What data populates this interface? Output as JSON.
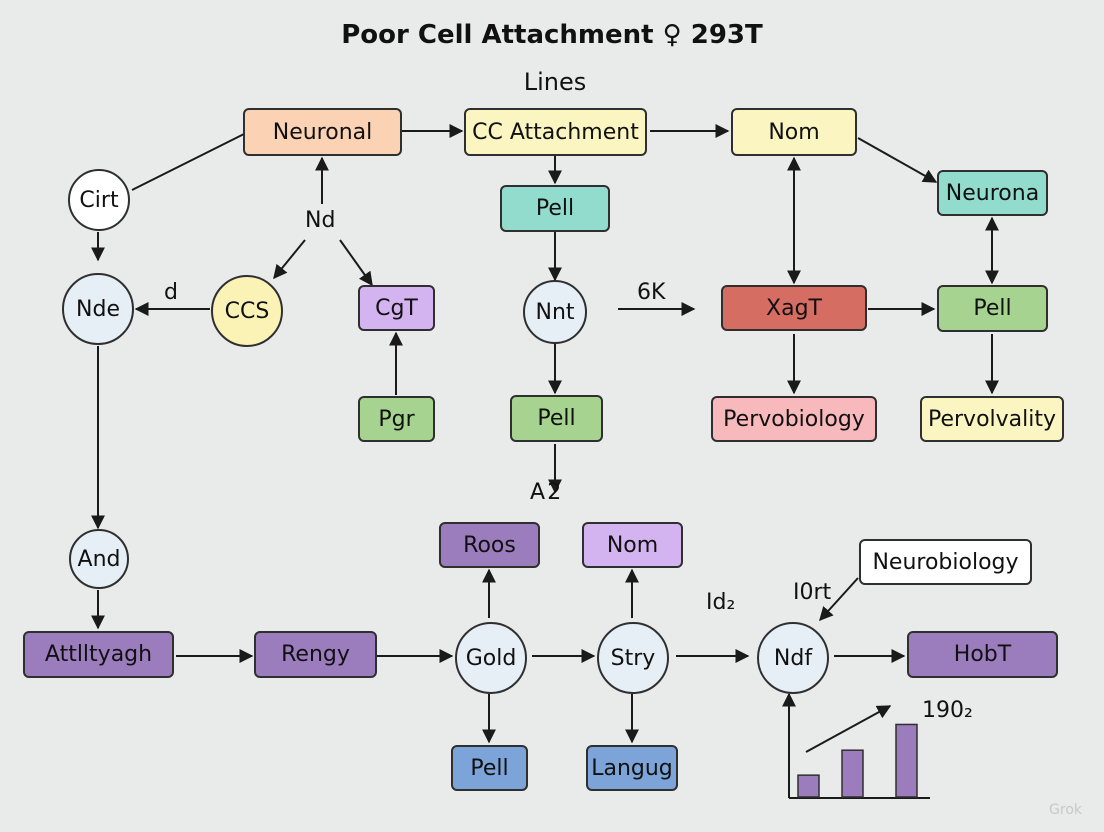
{
  "title": "Poor Cell Attachment ♀ 293T",
  "subtitle": "Lines",
  "colors": {
    "peach": "#fbd2b4",
    "yellow": "#fbf5c2",
    "teal": "#92dccd",
    "lavender": "#d4b3f1",
    "green": "#a6d490",
    "red": "#d66d63",
    "pink": "#f8b9bd",
    "purple": "#9b7dbe",
    "blue": "#7ca4d8",
    "circleFill": "#e6eef6",
    "circleYellow": "#fbf3b6",
    "white": "#ffffff"
  },
  "nodes": {
    "neuronal": "Neuronal",
    "cc_attachment": "CC Attachment",
    "nom_top": "Nom",
    "neurona": "Neurona",
    "cirt": "Cirt",
    "pell_1": "Pell",
    "nd": "Nd",
    "nde": "Nde",
    "ccs": "CCS",
    "cgt": "CgT",
    "nnt": "Nnt",
    "xagt": "XagT",
    "pell_right": "Pell",
    "pgr": "Pgr",
    "pell_2": "Pell",
    "pervobiology": "Pervobiology",
    "pervolvality": "Pervolvality",
    "and": "And",
    "roos": "Roos",
    "nom_mid": "Nom",
    "neurobiology": "Neurobiology",
    "attlltyagh": "Attlltyagh",
    "rengy": "Rengy",
    "gold": "Gold",
    "stry": "Stry",
    "ndf": "Ndf",
    "hobt": "HobT",
    "pell_bottom": "Pell",
    "langug": "Langug"
  },
  "labels": {
    "d": "d",
    "six_k": "6K",
    "a2": "A 2",
    "id2": "Id₂",
    "iort": "I0rt",
    "v1902": "190₂"
  },
  "chart": {
    "bars": [
      0.28,
      0.6,
      0.93
    ]
  },
  "watermark": "Grok"
}
